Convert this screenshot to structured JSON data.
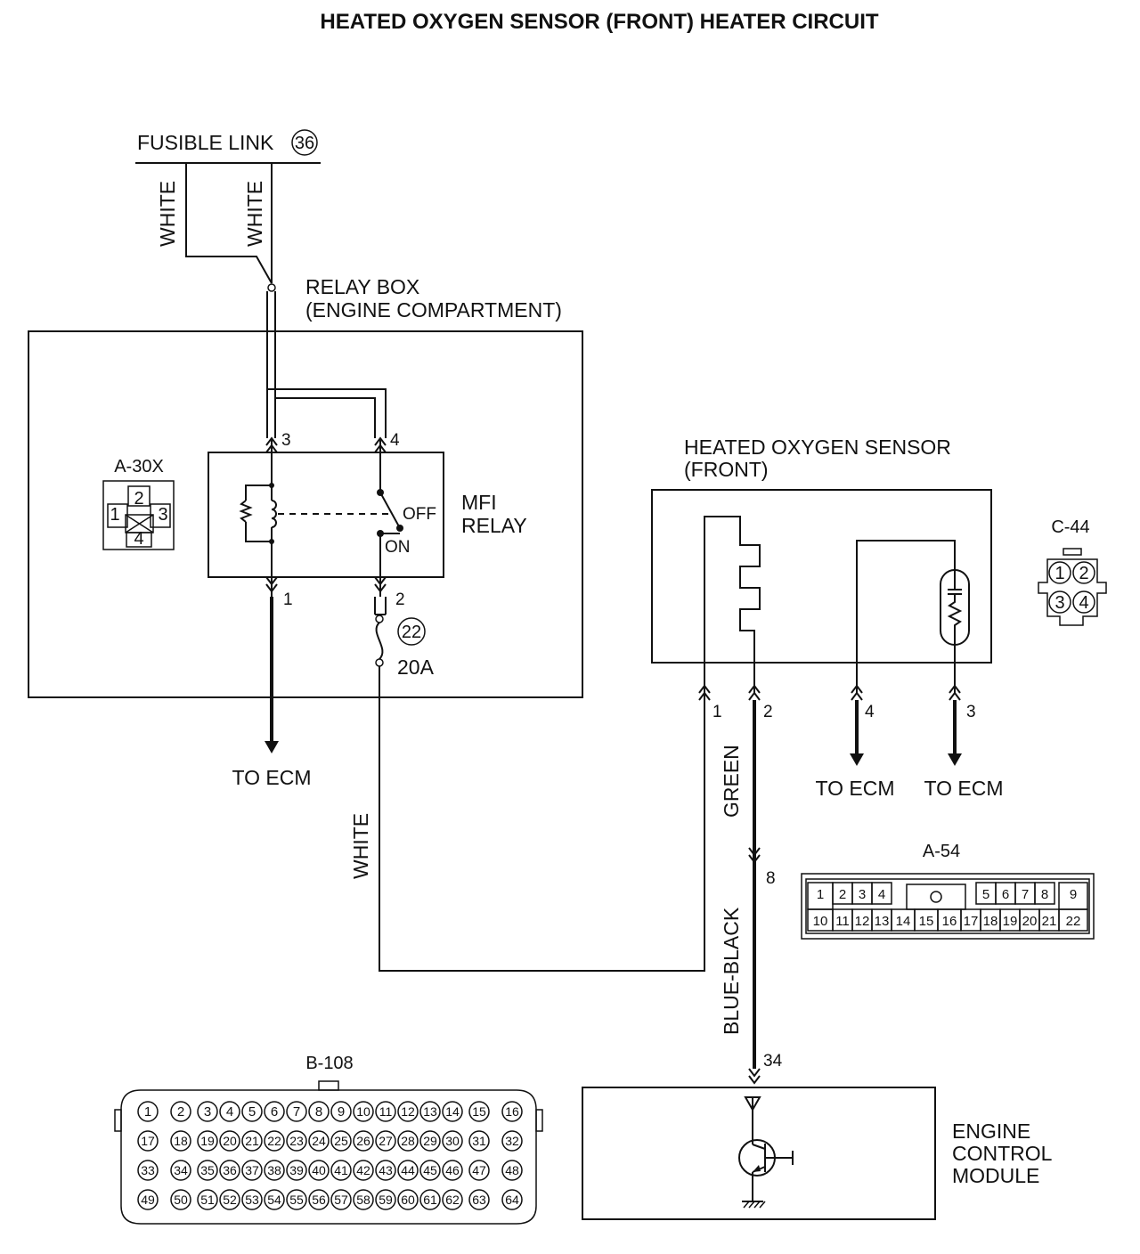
{
  "title": "HEATED OXYGEN SENSOR (FRONT) HEATER CIRCUIT",
  "fusible_link": {
    "label": "FUSIBLE LINK",
    "number": "36"
  },
  "wire_colors": {
    "white_left": "WHITE",
    "white_right": "WHITE",
    "white_lower": "WHITE",
    "green": "GREEN",
    "blue_black": "BLUE-BLACK"
  },
  "relay_box": {
    "line1": "RELAY BOX",
    "line2": "(ENGINE COMPARTMENT)"
  },
  "mfi_relay": {
    "line1": "MFI",
    "line2": "RELAY",
    "pins": {
      "p3": "3",
      "p4": "4",
      "p1": "1",
      "p2": "2"
    },
    "switch_off": "OFF",
    "switch_on": "ON"
  },
  "fuse": {
    "number": "22",
    "rating": "20A"
  },
  "connector_a30x": {
    "name": "A-30X",
    "pins": [
      "1",
      "2",
      "3",
      "4"
    ]
  },
  "to_ecm": {
    "relay": "TO ECM",
    "sensor_pin4": "TO ECM",
    "sensor_pin3": "TO ECM"
  },
  "sensor": {
    "line1": "HEATED OXYGEN SENSOR",
    "line2": "(FRONT)",
    "pins": {
      "p1": "1",
      "p2": "2",
      "p4": "4",
      "p3": "3"
    }
  },
  "connector_c44": {
    "name": "C-44",
    "pins": [
      "1",
      "2",
      "3",
      "4"
    ]
  },
  "connector_a54": {
    "name": "A-54",
    "ecm_pin_label": "8",
    "top_row": [
      "1",
      "2",
      "3",
      "4",
      "5",
      "6",
      "7",
      "8",
      "9"
    ],
    "bottom_row": [
      "10",
      "11",
      "12",
      "13",
      "14",
      "15",
      "16",
      "17",
      "18",
      "19",
      "20",
      "21",
      "22"
    ]
  },
  "ecm": {
    "line1": "ENGINE",
    "line2": "CONTROL",
    "line3": "MODULE",
    "pin": "34"
  },
  "connector_b108": {
    "name": "B-108",
    "rows": [
      [
        "1",
        "2",
        "3",
        "4",
        "5",
        "6",
        "7",
        "8",
        "9",
        "10",
        "11",
        "12",
        "13",
        "14",
        "15",
        "16"
      ],
      [
        "17",
        "18",
        "19",
        "20",
        "21",
        "22",
        "23",
        "24",
        "25",
        "26",
        "27",
        "28",
        "29",
        "30",
        "31",
        "32"
      ],
      [
        "33",
        "34",
        "35",
        "36",
        "37",
        "38",
        "39",
        "40",
        "41",
        "42",
        "43",
        "44",
        "45",
        "46",
        "47",
        "48"
      ],
      [
        "49",
        "50",
        "51",
        "52",
        "53",
        "54",
        "55",
        "56",
        "57",
        "58",
        "59",
        "60",
        "61",
        "62",
        "63",
        "64"
      ]
    ]
  }
}
